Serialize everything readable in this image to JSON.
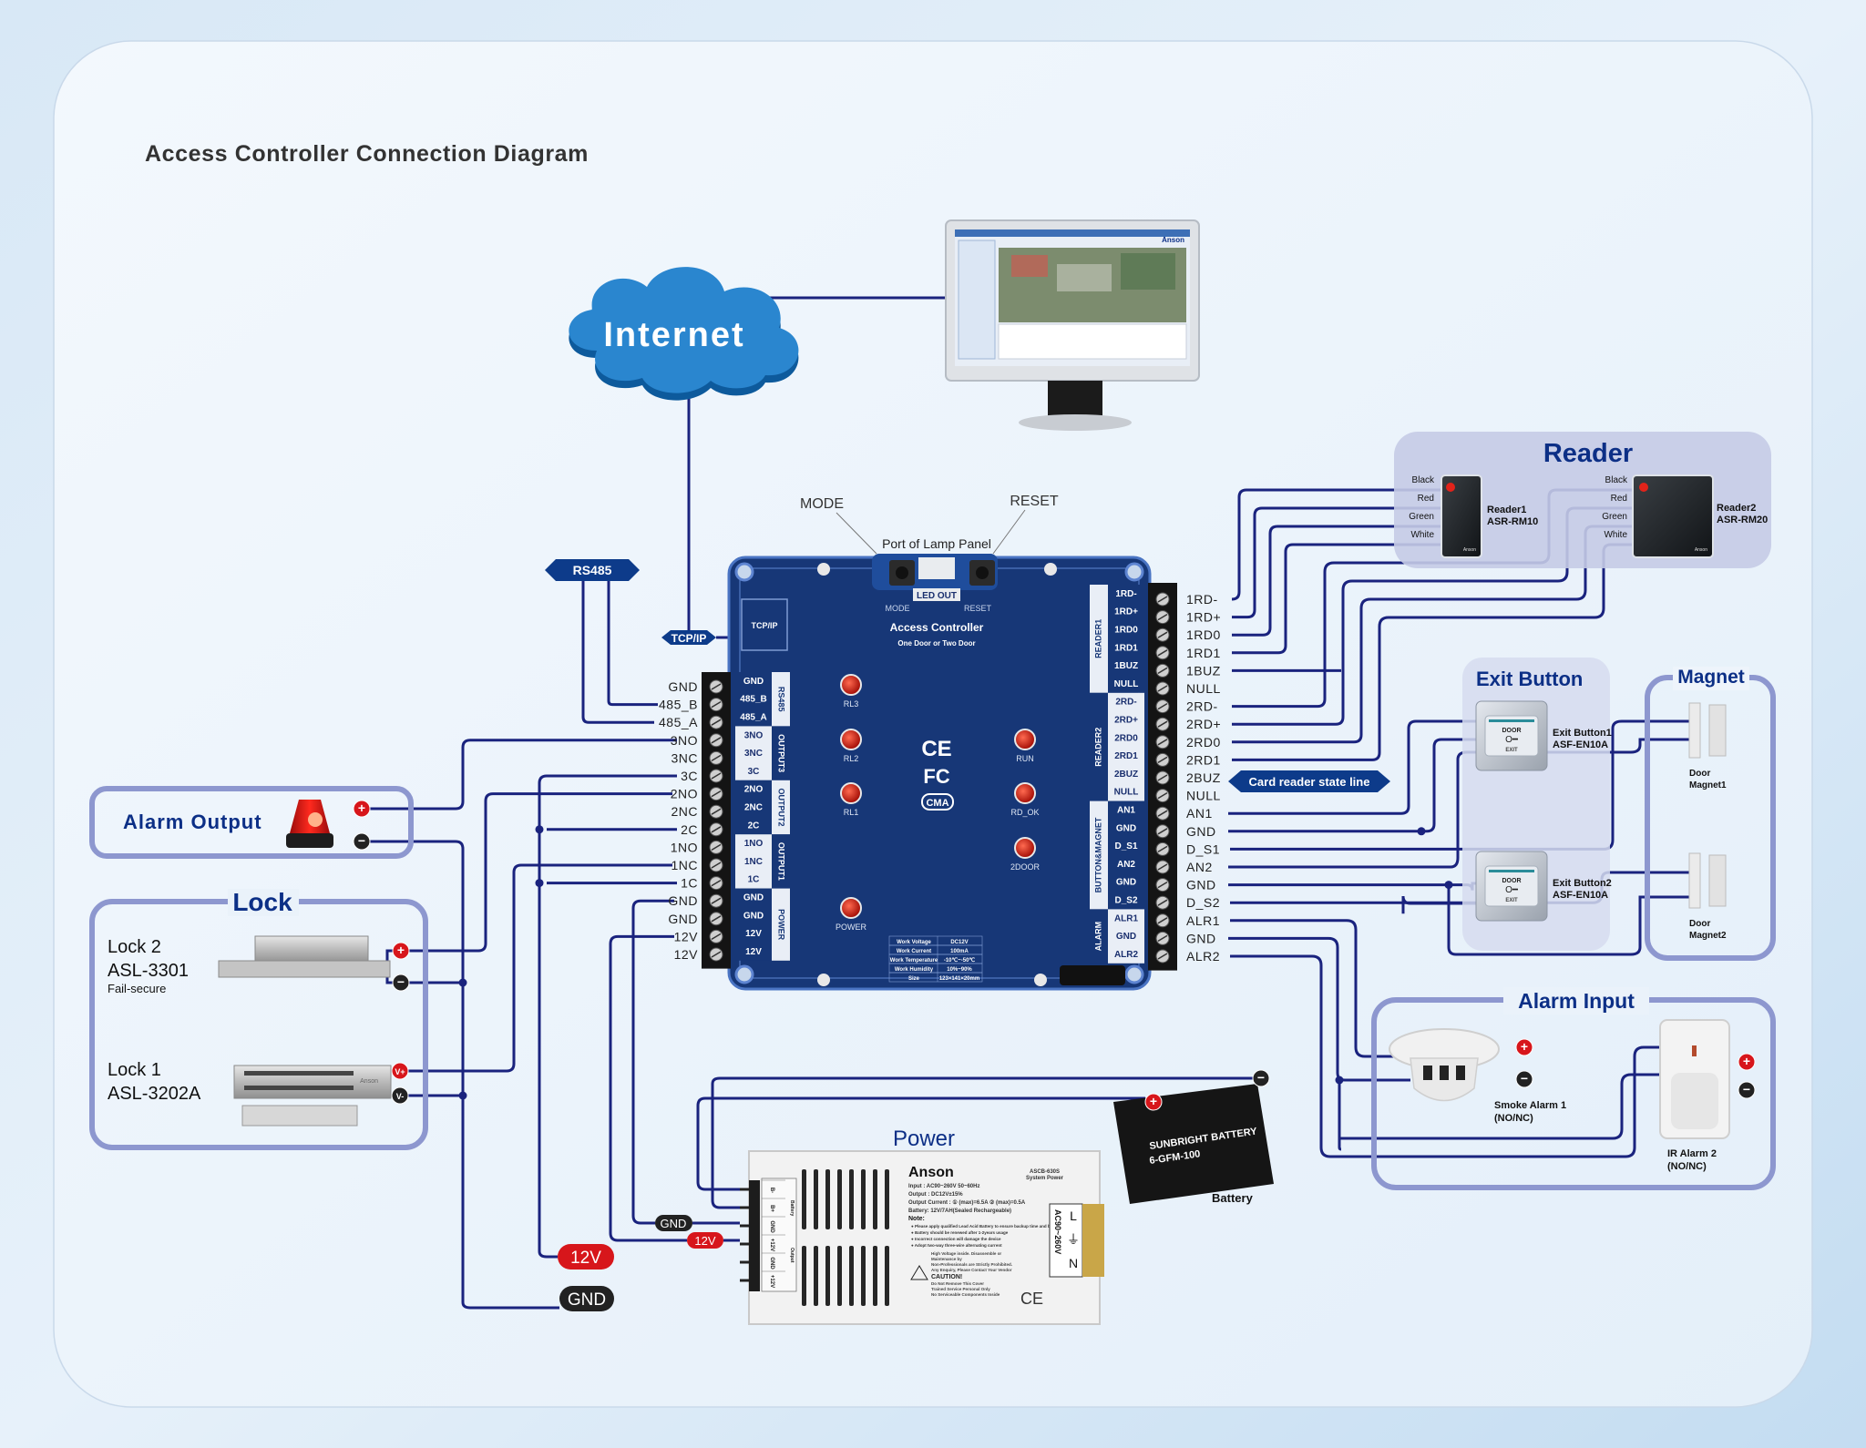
{
  "title": "Access Controller Connection Diagram",
  "colors": {
    "wire": "#1a237e",
    "pcb": "#173777",
    "section_title": "#0c2f86",
    "section_border": "#8d97cf",
    "tag_fill": "#0d3b8a",
    "positive": "#d7161b",
    "negative": "#222222",
    "cloud": "#2a86cf",
    "led": "#c9170d"
  },
  "network": {
    "cloud_label": "Internet",
    "monitor_brand": "Anson",
    "rs485_tag": "RS485",
    "tcpip_tag": "TCP/IP"
  },
  "controller": {
    "name": "Access Controller",
    "subtitle": "One Door or Two Door",
    "mode_callout": "MODE",
    "reset_callout": "RESET",
    "lamp_port_label": "Port of Lamp Panel",
    "led_out_label": "LED OUT",
    "mode_label": "MODE",
    "reset_label": "RESET",
    "tcpip_port_label": "TCP/IP",
    "certifications": [
      "CE",
      "FC",
      "CMA"
    ],
    "leds_left": [
      "RL3",
      "RL2",
      "RL1",
      "POWER"
    ],
    "leds_right": [
      "RUN",
      "RD_OK",
      "2DOOR"
    ],
    "specs": [
      {
        "name": "Work Voltage",
        "value": "DC12V"
      },
      {
        "name": "Work Current",
        "value": "100mA"
      },
      {
        "name": "Work Temperature",
        "value": "-10℃~-50℃"
      },
      {
        "name": "Work Humidity",
        "value": "10%~90%"
      },
      {
        "name": "Size",
        "value": "123×141×20mm"
      }
    ],
    "left_groups": [
      {
        "name": "RS485",
        "terminals": [
          "GND",
          "485_B",
          "485_A"
        ]
      },
      {
        "name": "OUTPUT3",
        "terminals": [
          "3NO",
          "3NC",
          "3C"
        ]
      },
      {
        "name": "OUTPUT2",
        "terminals": [
          "2NO",
          "2NC",
          "2C"
        ]
      },
      {
        "name": "OUTPUT1",
        "terminals": [
          "1NO",
          "1NC",
          "1C"
        ]
      },
      {
        "name": "POWER",
        "terminals": [
          "GND",
          "GND",
          "12V",
          "12V"
        ]
      }
    ],
    "right_groups": [
      {
        "name": "READER1",
        "terminals": [
          "1RD-",
          "1RD+",
          "1RD0",
          "1RD1",
          "1BUZ",
          "NULL"
        ]
      },
      {
        "name": "READER2",
        "terminals": [
          "2RD-",
          "2RD+",
          "2RD0",
          "2RD1",
          "2BUZ",
          "NULL"
        ]
      },
      {
        "name": "BUTTON&MAGNET",
        "terminals": [
          "AN1",
          "GND",
          "D_S1",
          "AN2",
          "GND",
          "D_S2"
        ]
      },
      {
        "name": "ALARM",
        "terminals": [
          "ALR1",
          "GND",
          "ALR2"
        ]
      }
    ],
    "left_external_labels": [
      "GND",
      "485_B",
      "485_A",
      "3NO",
      "3NC",
      "3C",
      "2NO",
      "2NC",
      "2C",
      "1NO",
      "1NC",
      "1C",
      "GND",
      "GND",
      "12V",
      "12V"
    ],
    "right_external_labels": [
      "1RD-",
      "1RD+",
      "1RD0",
      "1RD1",
      "1BUZ",
      "NULL",
      "2RD-",
      "2RD+",
      "2RD0",
      "2RD1",
      "2BUZ",
      "NULL",
      "AN1",
      "GND",
      "D_S1",
      "AN2",
      "GND",
      "D_S2",
      "ALR1",
      "GND",
      "ALR2"
    ]
  },
  "card_reader_tag": "Card reader state line",
  "reader": {
    "title": "Reader",
    "wire_colors": [
      "Black",
      "Red",
      "Green",
      "White"
    ],
    "devices": [
      {
        "name": "Reader1",
        "model": "ASR-RM10",
        "brand": "Anson"
      },
      {
        "name": "Reader2",
        "model": "ASR-RM20",
        "brand": "Anson"
      }
    ]
  },
  "exit_button": {
    "title": "Exit  Button",
    "face_top": "DOOR",
    "face_bottom": "EXIT",
    "devices": [
      {
        "name": "Exit  Button1",
        "model": "ASF-EN10A"
      },
      {
        "name": "Exit  Button2",
        "model": "ASF-EN10A"
      }
    ]
  },
  "magnet": {
    "title": "Magnet",
    "devices": [
      {
        "line1": "Door",
        "line2": "Magnet1"
      },
      {
        "line1": "Door",
        "line2": "Magnet2"
      }
    ]
  },
  "alarm_input": {
    "title": "Alarm Input",
    "devices": [
      {
        "name": "Smoke Alarm  1",
        "mode": "(NO/NC)"
      },
      {
        "name": "IR Alarm  2",
        "mode": "(NO/NC)"
      }
    ]
  },
  "alarm_output": {
    "title": "Alarm Output"
  },
  "lock": {
    "title": "Lock",
    "devices": [
      {
        "name": "Lock 2",
        "model": "ASL-3301",
        "note": "Fail-secure",
        "pos_label": "+",
        "neg_label": "−"
      },
      {
        "name": "Lock 1",
        "model": "ASL-3202A",
        "note": "",
        "pos_label": "V+",
        "neg_label": "V-",
        "brand": "Anson"
      }
    ]
  },
  "power": {
    "title": "Power",
    "brand": "Anson",
    "model": "ASCB-630S",
    "model_sub": "System Power",
    "spec_lines": [
      "Input : AC90~260V      50~60Hz",
      "Output : DC12V±15%",
      "Output Current : ① (max)=6.5A   ② (max)=0.5A",
      "Battery: 12V/7AH(Sealed Rechargeable)"
    ],
    "note_title": "Note:",
    "notes": [
      "Please apply qualified Lead Acid Battery to ensure backup time and battery lifespan",
      "Battery should be renewed after 1-2years usage",
      "Incorrect connection will damage the device",
      "Adopt two-way three-wire alternating current"
    ],
    "warning_lines": [
      "High Voltage inside. Disassemble or",
      "Maintenance by",
      "Non-Professionals are Strictly Prohibited.",
      "Any Enquiry, Please Contact Your Vendor"
    ],
    "caution_title": "CAUTION!",
    "caution_lines": [
      "Do Not Remove This Cover",
      "Trained Service Personal Only",
      "No Serviceable Components Inside"
    ],
    "terminals": [
      "B-",
      "B+",
      "GND",
      "+12V",
      "GND",
      "+12V"
    ],
    "terminal_groups": [
      "Battery",
      "Output"
    ],
    "ac_label": "AC90~260V",
    "ac_terms": [
      "L",
      "⏚",
      "N"
    ],
    "bus_12v": "12V",
    "bus_gnd": "GND",
    "out_gnd": "GND",
    "out_12v": "12V"
  },
  "battery": {
    "label": "Battery",
    "brand": "SUNBRIGHT BATTERY",
    "model": "6-GFM-100"
  }
}
